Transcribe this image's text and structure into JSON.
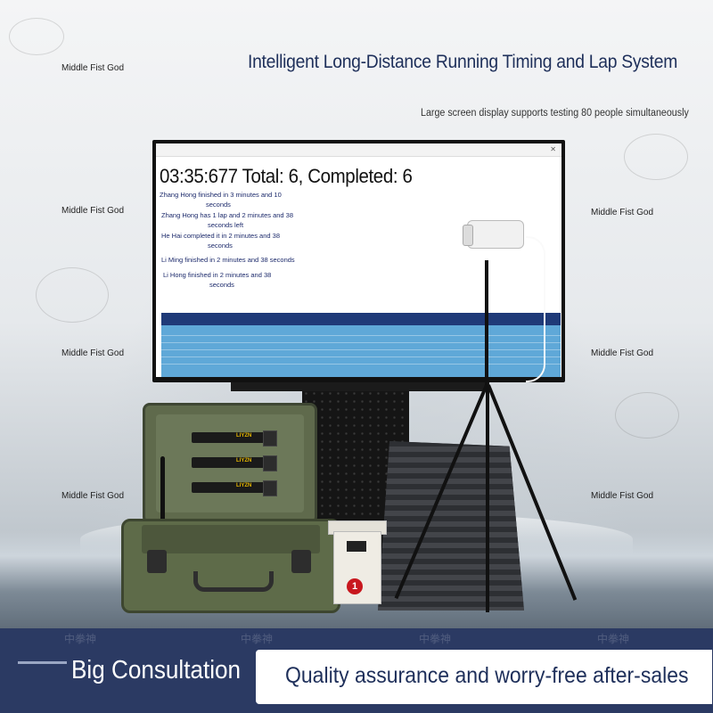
{
  "header": {
    "title": "Intelligent Long-Distance Running Timing and Lap System",
    "subtitle": "Large screen display supports testing 80 people simultaneously"
  },
  "watermarks": {
    "brand": "Middle Fist God",
    "brand_alt": "Middle Fist God",
    "cn_mark": "中拳神"
  },
  "screen": {
    "counter": "03:35:677 Total: 6, Completed: 6",
    "messages": [
      {
        "line1": "Zhang Hong finished in 3 minutes and 10",
        "line2": "seconds"
      },
      {
        "line1": "Zhang Hong has 1 lap and 2 minutes and 38",
        "line2": "seconds left"
      },
      {
        "line1": "He Hai completed it in 2 minutes and 38",
        "line2": "seconds"
      },
      {
        "line1": "Li Ming finished in 2 minutes and 38 seconds",
        "line2": ""
      },
      {
        "line1": "Li Hong finished in 2 minutes and 38",
        "line2": "seconds"
      }
    ]
  },
  "devices": {
    "strap_tag": "LIYZN",
    "box_badge": "1"
  },
  "banner": {
    "consult": "Big Consultation",
    "quality": "Quality assurance and worry-free after-sales"
  },
  "colors": {
    "title": "#1e2f5a",
    "band": "#2b3a63",
    "table": "#5fa8d8",
    "table_header": "#1f3a78",
    "case": "#5e6b49",
    "badge": "#c8171e"
  }
}
